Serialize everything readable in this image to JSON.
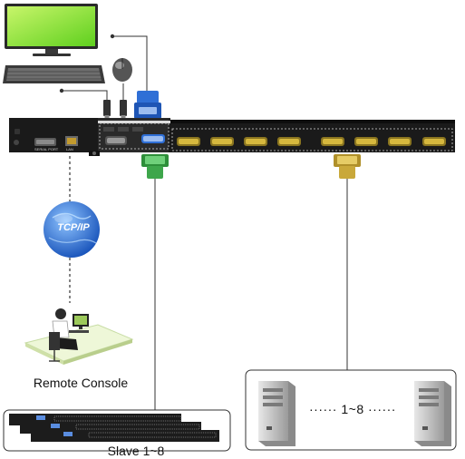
{
  "labels": {
    "remote_console": "Remote Console",
    "slave": "Slave 1~8",
    "servers_range": "······ 1~8 ······",
    "network": "TCP/IP",
    "port_serial": "SERIAL PORT",
    "port_lan": "LAN"
  },
  "icons": {
    "monitor": "monitor-icon",
    "keyboard": "keyboard-icon",
    "mouse": "mouse-icon",
    "kvm_switch": "kvm-switch-icon",
    "globe": "globe-icon",
    "workstation": "workstation-icon",
    "server": "server-icon"
  },
  "colors": {
    "device_body": "#1a1a1a",
    "vga_port": "#c9a83a",
    "cable_green": "#4caf50",
    "cable_yellow": "#d4b23a",
    "cable_blue": "#2f6fd6",
    "globe": "#2b6fd8",
    "screen": "#8ee63a",
    "line": "#333333"
  }
}
